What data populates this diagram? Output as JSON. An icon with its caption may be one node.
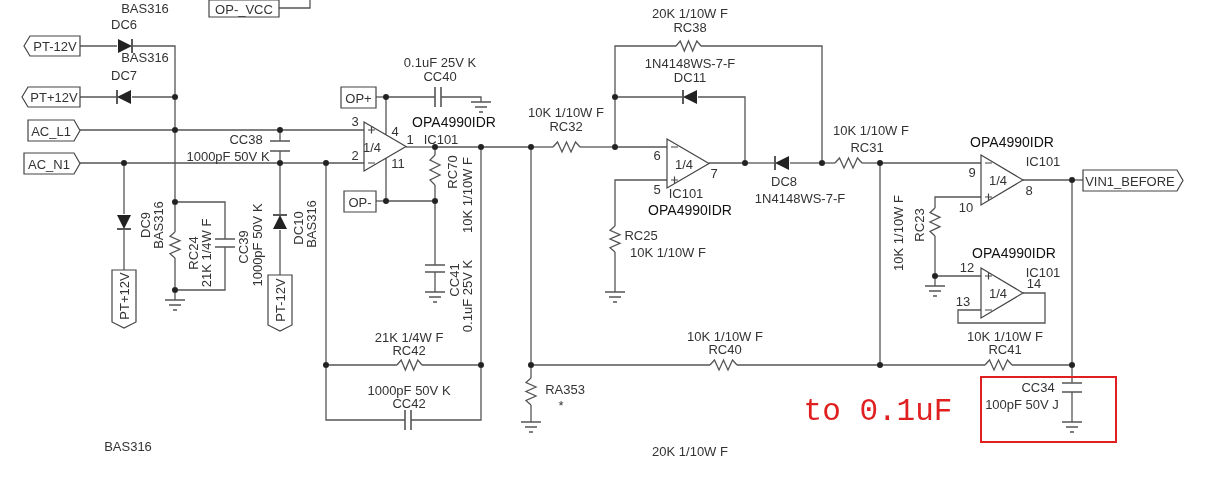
{
  "diagram": {
    "nodes": [
      {
        "text": [
          "PT-12V"
        ]
      },
      {
        "text": [
          "PT+12V"
        ]
      },
      {
        "text": [
          "AC_L1"
        ]
      },
      {
        "text": [
          "AC_N1"
        ]
      },
      {
        "text": [
          "PT+12V"
        ]
      },
      {
        "text": [
          "PT-12V"
        ]
      },
      {
        "text": [
          "OP-_VCC"
        ]
      },
      {
        "text": [
          "OP+"
        ]
      },
      {
        "text": [
          "OP-"
        ]
      },
      {
        "text": [
          "VIN1_BEFORE"
        ]
      },
      {
        "text": [
          "4",
          "1/4",
          "11"
        ],
        "beside": [
          "3",
          "OPA4990IDR",
          "1",
          "2"
        ]
      },
      {
        "text": [
          "1/4"
        ],
        "beside": [
          "6",
          "7",
          "5",
          "IC101",
          "OPA4990IDR"
        ]
      },
      {
        "text": [
          "1/4"
        ],
        "beside": [
          "OPA4990IDR",
          "IC101",
          "9",
          "8",
          "10"
        ]
      },
      {
        "text": [
          "1/4"
        ],
        "beside": [
          "OPA4990IDR",
          "12",
          "IC101",
          "14",
          "13"
        ]
      },
      {
        "text": [],
        "shape": "box",
        "beside": [
          "to 0.1uF"
        ]
      },
      {
        "text": [],
        "shape": "diode",
        "beside": [
          "BAS316",
          "DC6"
        ]
      },
      {
        "text": [],
        "shape": "diode",
        "beside": [
          "DC7"
        ]
      },
      {
        "text": [],
        "shape": "diode",
        "beside": [
          "DC9",
          "BAS316"
        ]
      },
      {
        "text": [],
        "shape": "diode",
        "beside": [
          "DC10",
          "BAS316"
        ]
      },
      {
        "text": [],
        "shape": "diode",
        "beside": [
          "1N4148WS-7-F",
          "DC11"
        ]
      },
      {
        "text": [],
        "shape": "diode",
        "beside": [
          "DC8",
          "1N4148WS-7-F"
        ]
      },
      {
        "text": [],
        "shape": "resistor",
        "beside": [
          "RC24",
          "21K 1/4W F"
        ]
      },
      {
        "text": [],
        "shape": "resistor",
        "beside": [
          "RC70",
          "10K 1/10W F"
        ]
      },
      {
        "text": [],
        "shape": "resistor",
        "beside": [
          "10K 1/10W F",
          "RC32"
        ]
      },
      {
        "text": [],
        "shape": "resistor",
        "beside": [
          "20K 1/10W F",
          "RC38"
        ]
      },
      {
        "text": [],
        "shape": "resistor",
        "beside": [
          "RC25",
          "10K 1/10W F"
        ]
      },
      {
        "text": [],
        "shape": "resistor",
        "beside": [
          "10K 1/10W F",
          "RC31"
        ]
      },
      {
        "text": [],
        "shape": "resistor",
        "beside": [
          "10K 1/10W F",
          "RC23"
        ]
      },
      {
        "text": [],
        "shape": "resistor",
        "beside": [
          "21K 1/4W F",
          "RC42"
        ]
      },
      {
        "text": [],
        "shape": "resistor",
        "beside": [
          "10K 1/10W F",
          "RC40"
        ]
      },
      {
        "text": [],
        "shape": "resistor",
        "beside": [
          "10K 1/10W F",
          "RC41"
        ]
      },
      {
        "text": [],
        "shape": "resistor",
        "beside": [
          "RA353",
          "*"
        ]
      },
      {
        "text": [],
        "shape": "capacitor",
        "beside": [
          "0.1uF 25V K",
          "CC40"
        ]
      },
      {
        "text": [],
        "shape": "capacitor",
        "beside": [
          "CC38",
          "1000pF 50V K"
        ]
      },
      {
        "text": [],
        "shape": "capacitor",
        "beside": [
          "CC39",
          "1000pF 50V K"
        ]
      },
      {
        "text": [],
        "shape": "capacitor",
        "beside": [
          "CC41",
          "0.1uF 25V K"
        ]
      },
      {
        "text": [],
        "shape": "capacitor",
        "beside": [
          "1000pF 50V K",
          "CC42"
        ]
      },
      {
        "text": [],
        "shape": "capacitor",
        "beside": [
          "CC34",
          "100pF 50V J"
        ],
        "in": 14
      },
      {
        "text": [],
        "shape": "ground"
      },
      {
        "text": [],
        "shape": "ground"
      },
      {
        "text": [],
        "shape": "ground"
      },
      {
        "text": [],
        "shape": "ground"
      },
      {
        "text": [],
        "shape": "ground"
      },
      {
        "text": [],
        "shape": "ground"
      },
      {
        "text": [],
        "shape": "ground",
        "in": 14
      },
      {
        "text": [],
        "shape": "circle"
      },
      {
        "text": [],
        "shape": "circle"
      },
      {
        "text": [],
        "shape": "circle"
      },
      {
        "text": [],
        "shape": "circle"
      },
      {
        "text": [],
        "shape": "circle"
      },
      {
        "text": [],
        "shape": "circle"
      },
      {
        "text": [],
        "shape": "circle"
      },
      {
        "text": [],
        "shape": "circle"
      },
      {
        "text": [],
        "shape": "circle"
      },
      {
        "text": [],
        "shape": "circle"
      },
      {
        "text": [],
        "shape": "circle"
      },
      {
        "text": [],
        "shape": "circle"
      },
      {
        "text": [],
        "shape": "circle"
      },
      {
        "text": [],
        "shape": "circle"
      },
      {
        "text": [],
        "shape": "circle"
      },
      {
        "text": [],
        "shape": "circle"
      },
      {
        "text": [],
        "shape": "circle"
      },
      {
        "text": [],
        "shape": "circle"
      },
      {
        "text": [],
        "shape": "circle"
      },
      {
        "text": [],
        "shape": "circle"
      },
      {
        "text": [],
        "shape": "circle"
      },
      {
        "text": [],
        "shape": "circle"
      },
      {
        "text": [],
        "shape": "circle"
      },
      {
        "text": [],
        "shape": "circle"
      },
      {
        "text": [],
        "shape": "circle"
      },
      {
        "text": [],
        "shape": "circle"
      }
    ],
    "edges": [
      {
        "from": 0,
        "to": 15,
        "arrow": "none"
      },
      {
        "from": 15,
        "to": 45,
        "arrow": "none"
      },
      {
        "from": 1,
        "to": 16,
        "arrow": "none"
      },
      {
        "from": 16,
        "to": 45,
        "arrow": "none"
      },
      {
        "from": 45,
        "to": 46,
        "arrow": "none"
      },
      {
        "from": 2,
        "to": 46,
        "arrow": "none"
      },
      {
        "from": 46,
        "to": 47,
        "arrow": "none"
      },
      {
        "from": 47,
        "to": 10,
        "arrow": "none"
      },
      {
        "from": 46,
        "to": 51,
        "arrow": "none"
      },
      {
        "from": 51,
        "to": 21,
        "arrow": "none"
      },
      {
        "from": 21,
        "to": 52,
        "arrow": "none"
      },
      {
        "from": 52,
        "to": 38,
        "arrow": "none"
      },
      {
        "from": 51,
        "to": 34,
        "arrow": "none"
      },
      {
        "from": 34,
        "to": 52,
        "arrow": "none"
      },
      {
        "from": 47,
        "to": 33,
        "arrow": "none"
      },
      {
        "from": 33,
        "to": 49,
        "arrow": "none"
      },
      {
        "from": 3,
        "to": 48,
        "arrow": "none"
      },
      {
        "from": 48,
        "to": 49,
        "arrow": "none"
      },
      {
        "from": 49,
        "to": 50,
        "arrow": "none"
      },
      {
        "from": 50,
        "to": 10,
        "arrow": "none"
      },
      {
        "from": 48,
        "to": 17,
        "arrow": "none"
      },
      {
        "from": 17,
        "to": 4,
        "arrow": "none"
      },
      {
        "from": 49,
        "to": 18,
        "arrow": "none"
      },
      {
        "from": 18,
        "to": 5,
        "arrow": "none"
      },
      {
        "from": 50,
        "to": 61,
        "arrow": "none"
      },
      {
        "from": 61,
        "to": 28,
        "arrow": "none"
      },
      {
        "from": 28,
        "to": 62,
        "arrow": "none"
      },
      {
        "from": 61,
        "to": 36,
        "arrow": "none"
      },
      {
        "from": 36,
        "to": 62,
        "arrow": "none"
      },
      {
        "from": 62,
        "to": 57,
        "arrow": "none"
      },
      {
        "from": 7,
        "to": 53,
        "arrow": "none"
      },
      {
        "from": 53,
        "to": 10,
        "arrow": "none"
      },
      {
        "from": 53,
        "to": 32,
        "arrow": "none"
      },
      {
        "from": 32,
        "to": 39,
        "arrow": "none"
      },
      {
        "from": 8,
        "to": 54,
        "arrow": "none"
      },
      {
        "from": 54,
        "to": 10,
        "arrow": "none"
      },
      {
        "from": 54,
        "to": 55,
        "arrow": "none"
      },
      {
        "from": 10,
        "to": 56,
        "arrow": "none"
      },
      {
        "from": 56,
        "to": 57,
        "arrow": "none"
      },
      {
        "from": 56,
        "to": 22,
        "arrow": "none"
      },
      {
        "from": 22,
        "to": 55,
        "arrow": "none"
      },
      {
        "from": 55,
        "to": 35,
        "arrow": "none"
      },
      {
        "from": 35,
        "to": 40,
        "arrow": "none"
      },
      {
        "from": 57,
        "to": 58,
        "arrow": "none"
      },
      {
        "from": 58,
        "to": 23,
        "arrow": "none"
      },
      {
        "from": 23,
        "to": 59,
        "arrow": "none"
      },
      {
        "from": 58,
        "to": 63,
        "arrow": "none"
      },
      {
        "from": 63,
        "to": 31,
        "arrow": "none"
      },
      {
        "from": 31,
        "to": 41,
        "arrow": "none"
      },
      {
        "from": 63,
        "to": 29,
        "arrow": "none"
      },
      {
        "from": 29,
        "to": 67,
        "arrow": "none"
      },
      {
        "from": 59,
        "to": 60,
        "arrow": "none"
      },
      {
        "from": 60,
        "to": 24,
        "arrow": "none"
      },
      {
        "from": 24,
        "to": 65,
        "arrow": "none"
      },
      {
        "from": 60,
        "to": 19,
        "arrow": "none"
      },
      {
        "from": 19,
        "to": 64,
        "arrow": "none"
      },
      {
        "from": 59,
        "to": 11,
        "arrow": "none"
      },
      {
        "from": 11,
        "to": 25,
        "arrow": "none"
      },
      {
        "from": 25,
        "to": 42,
        "arrow": "none"
      },
      {
        "from": 11,
        "to": 64,
        "arrow": "none"
      },
      {
        "from": 64,
        "to": 20,
        "arrow": "none"
      },
      {
        "from": 20,
        "to": 65,
        "arrow": "none"
      },
      {
        "from": 65,
        "to": 26,
        "arrow": "none"
      },
      {
        "from": 26,
        "to": 66,
        "arrow": "none"
      },
      {
        "from": 66,
        "to": 12,
        "arrow": "none"
      },
      {
        "from": 66,
        "to": 67,
        "arrow": "none"
      },
      {
        "from": 67,
        "to": 30,
        "arrow": "none"
      },
      {
        "from": 30,
        "to": 69,
        "arrow": "none"
      },
      {
        "from": 12,
        "to": 27,
        "arrow": "none"
      },
      {
        "from": 27,
        "to": 70,
        "arrow": "none"
      },
      {
        "from": 70,
        "to": 43,
        "arrow": "none"
      },
      {
        "from": 70,
        "to": 13,
        "arrow": "none"
      },
      {
        "from": 13,
        "to": 13,
        "arrow": "none"
      },
      {
        "from": 12,
        "to": 68,
        "arrow": "none"
      },
      {
        "from": 68,
        "to": 9,
        "arrow": "none"
      },
      {
        "from": 68,
        "to": 69,
        "arrow": "none"
      },
      {
        "from": 69,
        "to": 37,
        "arrow": "none"
      },
      {
        "from": 37,
        "to": 44,
        "arrow": "none"
      },
      {
        "from": 6,
        "to": null,
        "arrow": "none"
      }
    ],
    "labels": [
      "BAS316",
      "IC101",
      "BAS316",
      "20K 1/10W F"
    ]
  }
}
